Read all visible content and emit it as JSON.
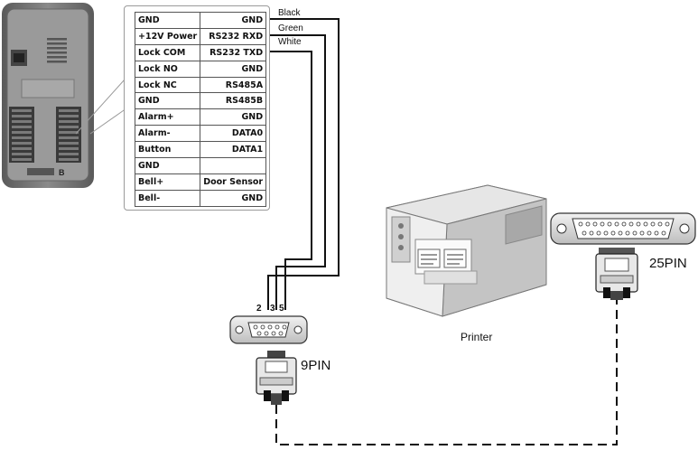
{
  "terminal_block": {
    "rows": [
      {
        "left": "GND",
        "right": "GND"
      },
      {
        "left": "+12V Power",
        "right": "RS232 RXD"
      },
      {
        "left": "Lock COM",
        "right": "RS232 TXD"
      },
      {
        "left": "Lock NO",
        "right": "GND"
      },
      {
        "left": "Lock NC",
        "right": "RS485A"
      },
      {
        "left": "GND",
        "right": "RS485B"
      },
      {
        "left": "Alarm+",
        "right": "GND"
      },
      {
        "left": "Alarm-",
        "right": "DATA0"
      },
      {
        "left": "Button",
        "right": "DATA1"
      },
      {
        "left": "GND",
        "right": ""
      },
      {
        "left": "Bell+",
        "right": "Door Sensor"
      },
      {
        "left": "Bell-",
        "right": "GND"
      }
    ]
  },
  "wires": {
    "black": "Black",
    "green": "Green",
    "white": "White"
  },
  "db9": {
    "pins": [
      "2",
      "3",
      "5"
    ],
    "label": "9PIN"
  },
  "db25": {
    "label": "25PIN"
  },
  "device_panel": {
    "marker": "B"
  },
  "printer": {
    "label": "Printer"
  },
  "colors": {
    "line": "#111111",
    "device_body": "#6f6f6f",
    "printer_body": "#d9d9d9"
  }
}
